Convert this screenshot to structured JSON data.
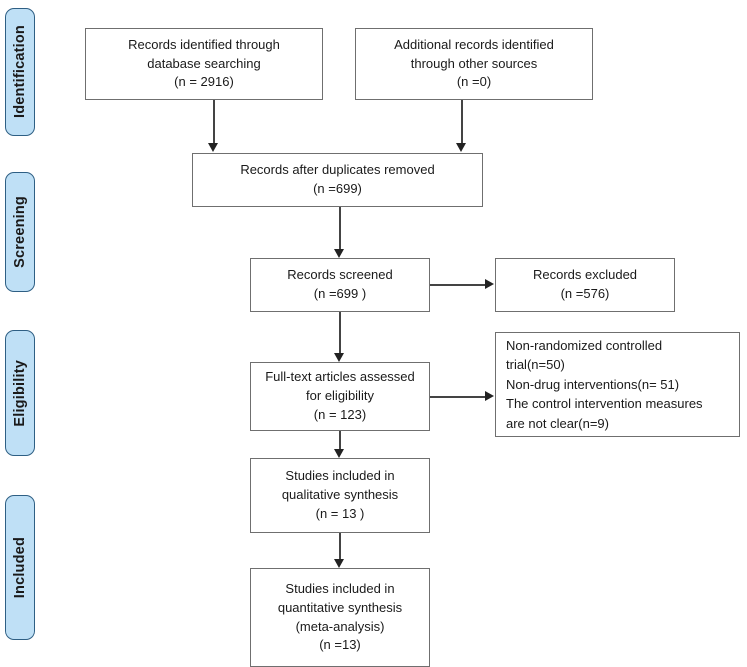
{
  "diagram": {
    "title": "PRISMA flow diagram",
    "accent_color": "#bfe0f6",
    "tab_border_color": "#2e5f84",
    "box_border_color": "#6f6f6f",
    "connector_color": "#444444"
  },
  "stages": [
    {
      "label": "Identification"
    },
    {
      "label": "Screening"
    },
    {
      "label": "Eligibility"
    },
    {
      "label": "Included"
    }
  ],
  "boxes": {
    "database_search": {
      "text": "Records identified through\ndatabase searching\n(n = 2916)",
      "count": 2916
    },
    "other_sources": {
      "text": "Additional records identified\nthrough other sources\n(n =0)",
      "count": 0
    },
    "duplicates_removed": {
      "text": "Records after duplicates removed\n(n =699)",
      "count": 699
    },
    "records_screened": {
      "text": "Records screened\n(n =699 )",
      "count": 699
    },
    "records_excluded": {
      "text": "Records excluded\n(n =576)",
      "count": 576
    },
    "fulltext_assessed": {
      "text": "Full-text articles assessed\nfor eligibility\n(n = 123)",
      "count": 123
    },
    "fulltext_excluded": {
      "text": "Non-randomized controlled\ntrial(n=50)\nNon-drug interventions(n= 51)\nThe control intervention measures\nare not clear(n=9)",
      "reasons": [
        {
          "reason": "Non-randomized controlled trial",
          "count": 50
        },
        {
          "reason": "Non-drug interventions",
          "count": 51
        },
        {
          "reason": "The control intervention measures are not clear",
          "count": 9
        }
      ]
    },
    "qualitative_synthesis": {
      "text": "Studies included in\nqualitative synthesis\n(n = 13 )",
      "count": 13
    },
    "quantitative_synthesis": {
      "text": "Studies included in\nquantitative synthesis\n(meta-analysis)\n(n =13)",
      "count": 13
    }
  }
}
